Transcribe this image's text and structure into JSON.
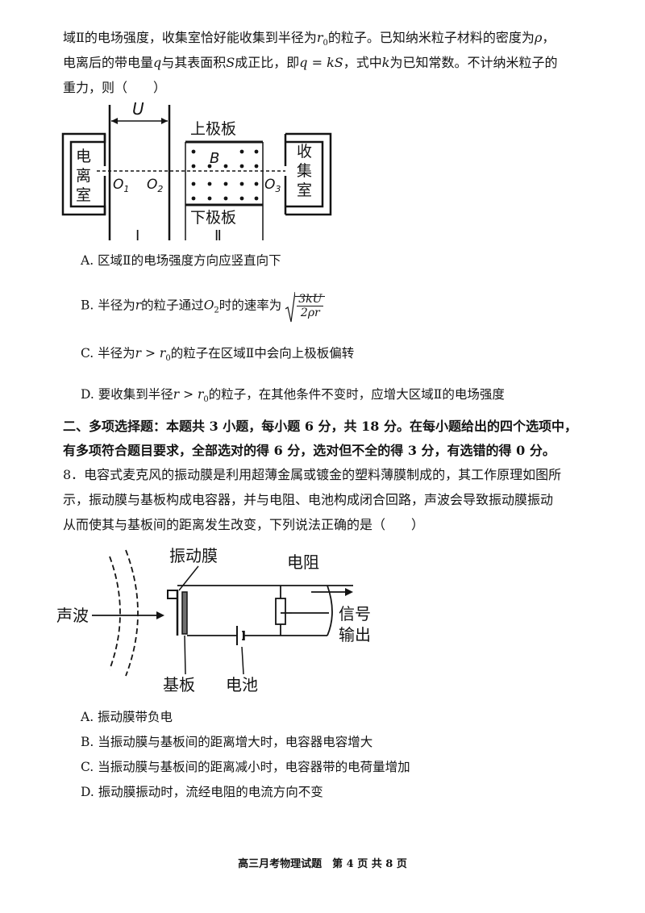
{
  "q7": {
    "line1_a": "域Ⅱ的电场强度，收集室恰好能收集到半径为",
    "line1_var": "r",
    "line1_sub": "0",
    "line1_b": "的粒子。已知纳米粒子材料的密度为",
    "line1_rho": "ρ",
    "line1_c": "，",
    "line2_a": "电离后的带电量",
    "line2_q": "q",
    "line2_b": "与其表面积",
    "line2_s": "S",
    "line2_c": "成正比，即",
    "line2_eq": "q = kS",
    "line2_d": "，式中",
    "line2_k": "k",
    "line2_e": "为已知常数。不计纳米粒子的",
    "line3": "重力，则（　　）",
    "figure": {
      "label_U": "U",
      "label_upper_plate": "上极板",
      "label_lower_plate": "下极板",
      "label_B": "B",
      "label_ionization": [
        "电",
        "离",
        "室"
      ],
      "label_collector": [
        "收",
        "集",
        "室"
      ],
      "label_O1": "O",
      "label_O1_sub": "1",
      "label_O2": "O",
      "label_O2_sub": "2",
      "label_O3": "O",
      "label_O3_sub": "3",
      "label_region1": "I",
      "label_region2": "Ⅱ"
    },
    "options": {
      "A": "A.  区域Ⅱ的电场强度方向应竖直向下",
      "B_pre": "B.  半径为",
      "B_r": "r",
      "B_mid": "的粒子通过",
      "B_O": "O",
      "B_Osub": "2",
      "B_post": "时的速率为",
      "B_num": "3kU",
      "B_den": "2ρr",
      "C_pre": "C.  半径为",
      "C_cond": "r > r",
      "C_sub": "0",
      "C_post": "的粒子在区域Ⅱ中会向上极板偏转",
      "D_pre": "D.  要收集到半径",
      "D_cond": "r > r",
      "D_sub": "0",
      "D_post": "的粒子，在其他条件不变时，应增大区域Ⅱ的电场强度"
    }
  },
  "section2": {
    "line1": "二、多项选择题：本题共 3 小题，每小题 6 分，共 18 分。在每小题给出的四个选项中，",
    "line2": "有多项符合题目要求，全部选对的得 6 分，选对但不全的得 3 分，有选错的得 0 分。"
  },
  "q8": {
    "line1": "8．电容式麦克风的振动膜是利用超薄金属或镀金的塑料薄膜制成的，其工作原理如图所",
    "line2": "示，振动膜与基板构成电容器，并与电阻、电池构成闭合回路，声波会导致振动膜振动",
    "line3": "从而使其与基板间的距离发生改变，下列说法正确的是（　　）",
    "figure": {
      "label_diaphragm": "振动膜",
      "label_resistor": "电阻",
      "label_sound": "声波",
      "label_signal": "信号",
      "label_output": "输出",
      "label_plate": "基板",
      "label_battery": "电池"
    },
    "options": {
      "A": "A.  振动膜带负电",
      "B": "B.  当振动膜与基板间的距离增大时，电容器电容增大",
      "C": "C.  当振动膜与基板间的距离减小时，电容器带的电荷量增加",
      "D": "D.  振动膜振动时，流经电阻的电流方向不变"
    }
  },
  "footer": {
    "text": "高三月考物理试题　第 4 页 共 8 页"
  }
}
